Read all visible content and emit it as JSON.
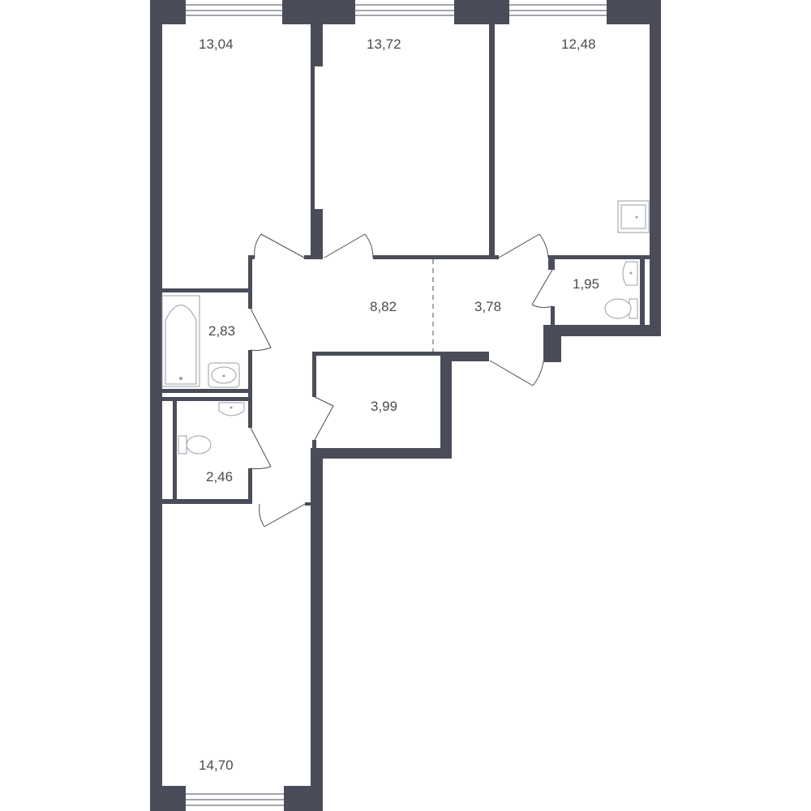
{
  "rooms": [
    {
      "id": "bedroom-top-left",
      "area": "13,04"
    },
    {
      "id": "bedroom-top-middle",
      "area": "13,72"
    },
    {
      "id": "bedroom-top-right",
      "area": "12,48"
    },
    {
      "id": "hallway",
      "area": "8,82"
    },
    {
      "id": "hallway-annex",
      "area": "3,78"
    },
    {
      "id": "wc-right",
      "area": "1,95"
    },
    {
      "id": "bathroom",
      "area": "2,83"
    },
    {
      "id": "storage",
      "area": "3,99"
    },
    {
      "id": "wc-left",
      "area": "2,46"
    },
    {
      "id": "bedroom-bottom",
      "area": "14,70"
    }
  ],
  "colors": {
    "wall": "#4a4d59",
    "fixture": "#9a9ca4",
    "background": "#ffffff"
  }
}
